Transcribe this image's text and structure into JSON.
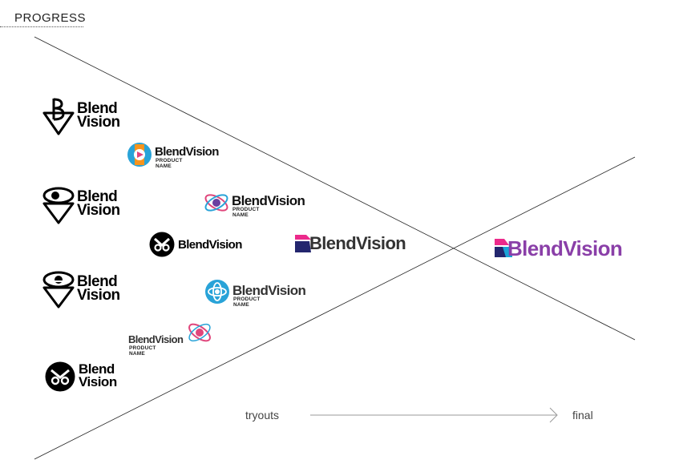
{
  "header": {
    "title": "PROGRESS"
  },
  "logos": {
    "stack1": {
      "line1": "Blend",
      "line2": "Vision"
    },
    "stack2": {
      "line1": "Blend",
      "line2": "Vision"
    },
    "stack3": {
      "line1": "Blend",
      "line2": "Vision"
    },
    "stack4": {
      "line1": "Blend",
      "line2": "Vision"
    },
    "orange": {
      "name": "BlendVision",
      "sub": "PRODUCT NAME"
    },
    "atom_pink": {
      "name": "BlendVision",
      "sub": "PRODUCT NAME"
    },
    "mask_inline": {
      "name": "BlendVision"
    },
    "gradient_mid": {
      "name": "BlendVision"
    },
    "atom_blue": {
      "name": "BlendVision",
      "sub": "PRODUCT NAME"
    },
    "small_pink": {
      "name": "BlendVision",
      "sub": "PRODUCT NAME"
    },
    "final": {
      "name": "BlendVision"
    }
  },
  "labels": {
    "tryouts": "tryouts",
    "final": "final"
  },
  "colors": {
    "line": "#222222",
    "orange": "#f7941d",
    "blue": "#29a3d8",
    "pink": "#e0457b",
    "purple": "#6b3fa0",
    "navy": "#23266e",
    "magenta": "#ec2a8b",
    "cyan": "#1aa3d6"
  }
}
